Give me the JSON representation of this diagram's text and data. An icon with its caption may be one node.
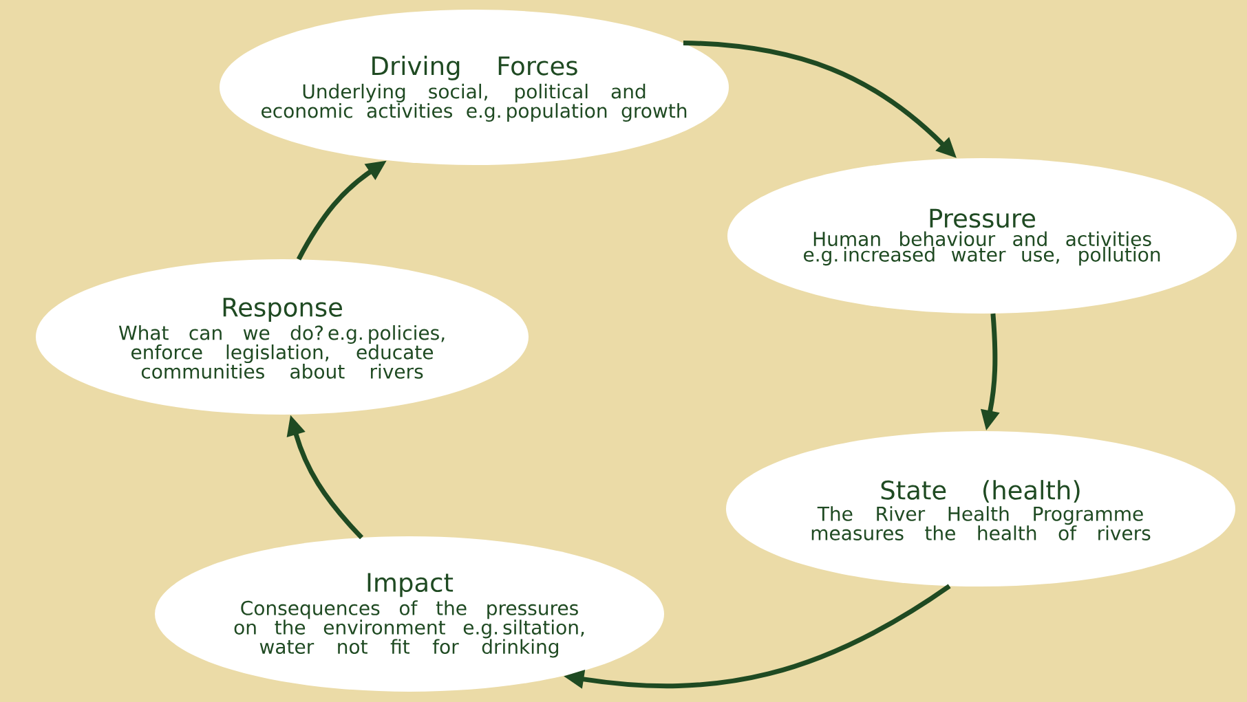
{
  "diagram": {
    "nodes": [
      {
        "text": [
          "Driving Forces",
          "Underlying social, political and economic activities e.g. population growth"
        ]
      },
      {
        "text": [
          "Pressure",
          "Human behaviour and activities e.g. increased water use, pollution"
        ]
      },
      {
        "text": [
          "State (health)",
          "The River Health Programme measures the health of rivers"
        ]
      },
      {
        "text": [
          "Impact",
          "Consequences of the pressures on the environment e.g. siltation, water not fit for drinking"
        ]
      },
      {
        "text": [
          "Response",
          "What can we do? e.g. policies, enforce legislation, educate communities about rivers"
        ]
      }
    ],
    "edges": [
      {
        "from": 0,
        "to": 1,
        "arrow": "to"
      },
      {
        "from": 1,
        "to": 2,
        "arrow": "to"
      },
      {
        "from": 2,
        "to": 3,
        "arrow": "to"
      },
      {
        "from": 3,
        "to": 4,
        "arrow": "to"
      },
      {
        "from": 4,
        "to": 0,
        "arrow": "to"
      }
    ]
  }
}
